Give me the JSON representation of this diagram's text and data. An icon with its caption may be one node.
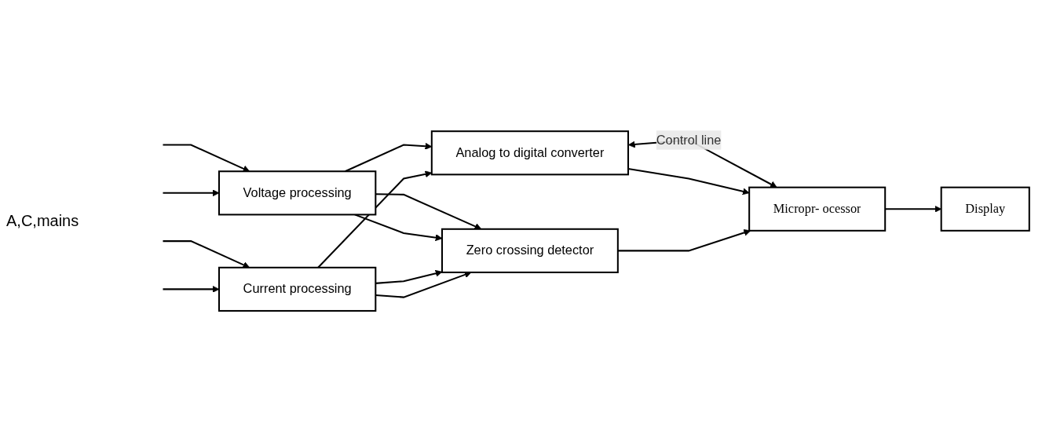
{
  "diagram": {
    "nodes": [
      {
        "text": [
          "Voltage processing"
        ]
      },
      {
        "text": [
          "Current processing"
        ]
      },
      {
        "text": [
          "Zero crossing detector"
        ]
      },
      {
        "text": [
          "Analog to digital converter"
        ]
      },
      {
        "text": [
          "Micropr- ocessor"
        ]
      },
      {
        "text": [
          "Display"
        ]
      }
    ],
    "edges": [
      {
        "from": null,
        "to": 0,
        "arrow": "to"
      },
      {
        "from": null,
        "to": 1,
        "arrow": "to"
      },
      {
        "from": null,
        "to": 0,
        "arrow": "to"
      },
      {
        "from": null,
        "to": 1,
        "arrow": "to"
      },
      {
        "from": 0,
        "to": 2,
        "arrow": "to"
      },
      {
        "from": 0,
        "to": 2,
        "arrow": "to"
      },
      {
        "from": 1,
        "to": 2,
        "arrow": "to"
      },
      {
        "from": 1,
        "to": 2,
        "arrow": "to"
      },
      {
        "from": 0,
        "to": 3,
        "arrow": "to"
      },
      {
        "from": 1,
        "to": 3,
        "arrow": "to"
      },
      {
        "from": 3,
        "to": 4,
        "arrow": "both",
        "label": "Control line"
      },
      {
        "from": 3,
        "to": 4,
        "arrow": "to"
      },
      {
        "from": 2,
        "to": 4,
        "arrow": "to"
      },
      {
        "from": 4,
        "to": 5,
        "arrow": "to"
      }
    ],
    "labels": [
      "A,C,mains"
    ]
  }
}
